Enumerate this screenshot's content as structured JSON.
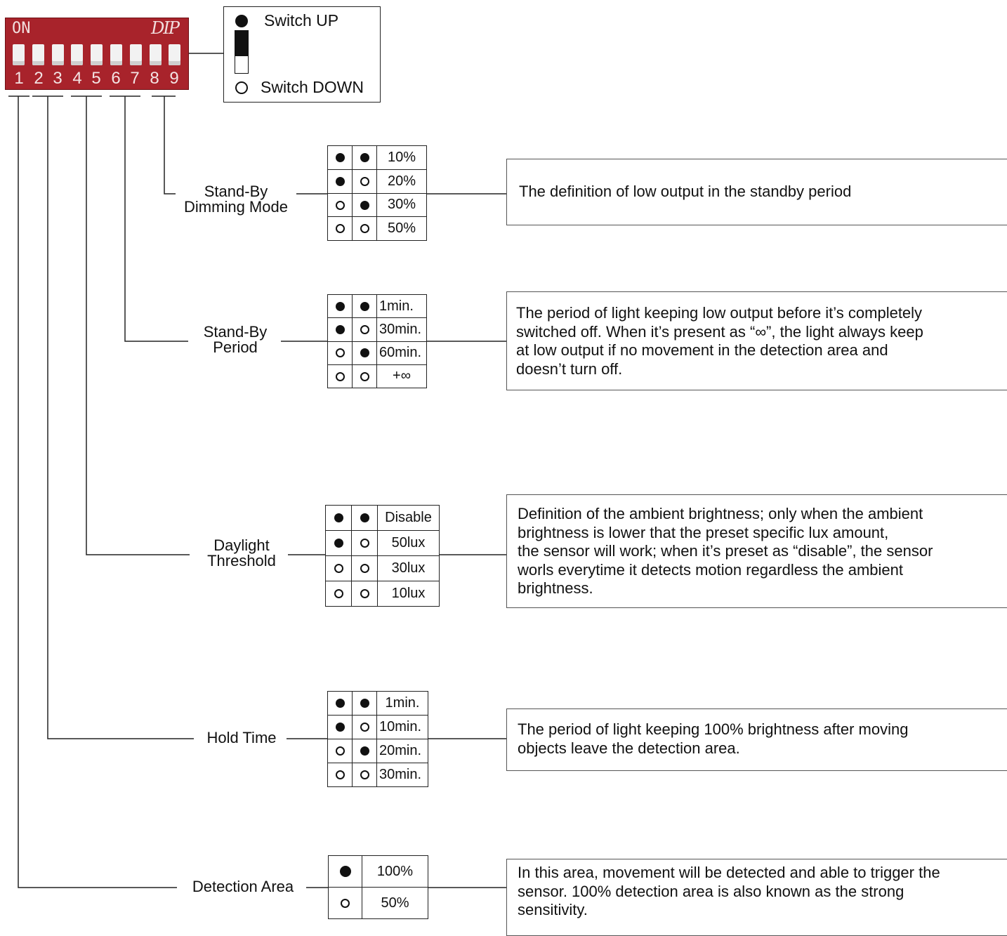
{
  "dip_switch": {
    "on_label": "ON",
    "brand_label": "DIP",
    "numbers": [
      "1",
      "2",
      "3",
      "4",
      "5",
      "6",
      "7",
      "8",
      "9"
    ]
  },
  "legend": {
    "up_label": "Switch UP",
    "down_label": "Switch DOWN"
  },
  "sections": {
    "standby_dimming": {
      "label_line1": "Stand-By",
      "label_line2": "Dimming Mode",
      "rows": [
        {
          "s1": "up",
          "s2": "up",
          "value": "10%"
        },
        {
          "s1": "up",
          "s2": "down",
          "value": "20%"
        },
        {
          "s1": "down",
          "s2": "up",
          "value": "30%"
        },
        {
          "s1": "down",
          "s2": "down",
          "value": "50%"
        }
      ],
      "description": "The definition of low output in the standby period"
    },
    "standby_period": {
      "label_line1": "Stand-By",
      "label_line2": "Period",
      "rows": [
        {
          "s1": "up",
          "s2": "up",
          "value": "1min."
        },
        {
          "s1": "up",
          "s2": "down",
          "value": "30min."
        },
        {
          "s1": "down",
          "s2": "up",
          "value": "60min."
        },
        {
          "s1": "down",
          "s2": "down",
          "value": "+∞"
        }
      ],
      "description_lines": [
        "The period of light keeping low output before it’s completely",
        "switched off. When it’s present as “∞”, the light always keep",
        "at low output if no movement in the detection area and",
        "doesn’t turn off."
      ]
    },
    "daylight_threshold": {
      "label_line1": "Daylight",
      "label_line2": "Threshold",
      "rows": [
        {
          "s1": "up",
          "s2": "up",
          "value": "Disable"
        },
        {
          "s1": "up",
          "s2": "down",
          "value": "50lux"
        },
        {
          "s1": "down",
          "s2": "down",
          "value": "30lux"
        },
        {
          "s1": "down",
          "s2": "down",
          "value": "10lux"
        }
      ],
      "description_lines": [
        "Definition of the ambient brightness; only when the ambient",
        "brightness is lower that the preset specific lux amount,",
        "the sensor will work; when it’s preset as “disable”, the sensor",
        "worls everytime it detects motion regardless the ambient",
        "brightness."
      ]
    },
    "hold_time": {
      "label": "Hold Time",
      "rows": [
        {
          "s1": "up",
          "s2": "up",
          "value": "1min."
        },
        {
          "s1": "up",
          "s2": "down",
          "value": "10min."
        },
        {
          "s1": "down",
          "s2": "up",
          "value": "20min."
        },
        {
          "s1": "down",
          "s2": "down",
          "value": "30min."
        }
      ],
      "description_lines": [
        "The period of light keeping 100% brightness after moving",
        "objects leave the detection area."
      ]
    },
    "detection_area": {
      "label": "Detection Area",
      "rows": [
        {
          "s1": "up",
          "value": "100%"
        },
        {
          "s1": "down",
          "value": "50%"
        }
      ],
      "description_lines": [
        "In this area, movement will be detected and able to trigger the",
        "sensor. 100% detection area is also known as the strong",
        "sensitivity."
      ]
    }
  }
}
